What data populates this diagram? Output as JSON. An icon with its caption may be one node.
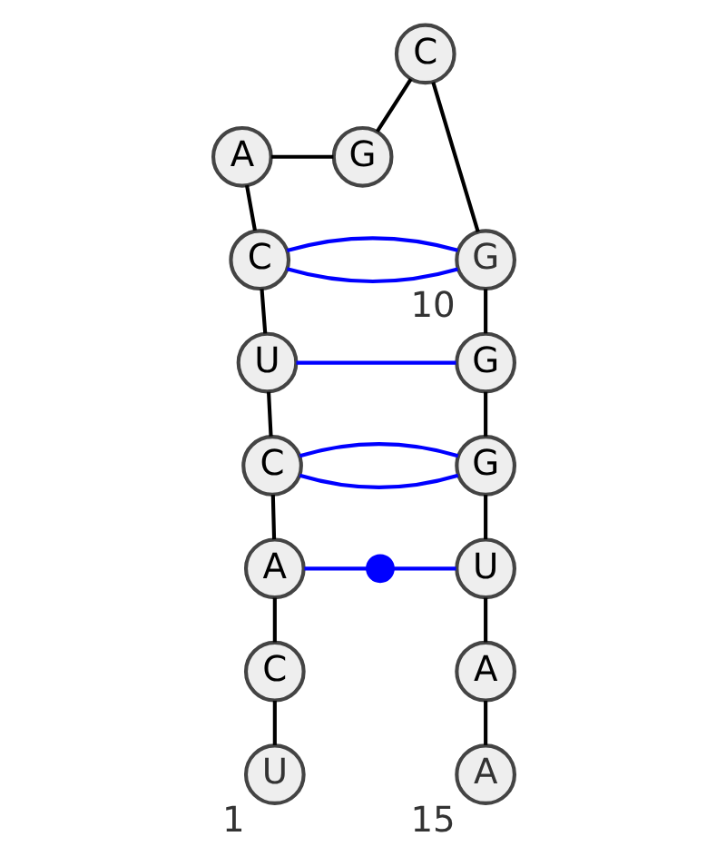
{
  "diagram": {
    "nodes": [
      {
        "text": [
          "U"
        ],
        "beside": [
          "1"
        ]
      },
      {
        "text": [
          "C"
        ]
      },
      {
        "text": [
          "A"
        ]
      },
      {
        "text": [
          "C"
        ]
      },
      {
        "text": [
          "U"
        ]
      },
      {
        "text": [
          "C"
        ]
      },
      {
        "text": [
          "A"
        ]
      },
      {
        "text": [
          "G"
        ]
      },
      {
        "text": [
          "C"
        ]
      },
      {
        "text": [
          "G"
        ],
        "beside": [
          "10"
        ]
      },
      {
        "text": [
          "G"
        ]
      },
      {
        "text": [
          "G"
        ]
      },
      {
        "text": [
          "U"
        ]
      },
      {
        "text": [
          "A"
        ]
      },
      {
        "text": [
          "A"
        ],
        "beside": [
          "15"
        ]
      },
      {
        "text": [],
        "shape": "circle"
      }
    ],
    "edges": [
      {
        "from": 0,
        "to": 1,
        "arrow": "none"
      },
      {
        "from": 1,
        "to": 2,
        "arrow": "none"
      },
      {
        "from": 2,
        "to": 3,
        "arrow": "none"
      },
      {
        "from": 3,
        "to": 4,
        "arrow": "none"
      },
      {
        "from": 4,
        "to": 5,
        "arrow": "none"
      },
      {
        "from": 5,
        "to": 6,
        "arrow": "none"
      },
      {
        "from": 6,
        "to": 7,
        "arrow": "none"
      },
      {
        "from": 7,
        "to": 8,
        "arrow": "none"
      },
      {
        "from": 8,
        "to": 9,
        "arrow": "none"
      },
      {
        "from": 9,
        "to": 10,
        "arrow": "none"
      },
      {
        "from": 10,
        "to": 11,
        "arrow": "none"
      },
      {
        "from": 11,
        "to": 12,
        "arrow": "none"
      },
      {
        "from": 12,
        "to": 13,
        "arrow": "none"
      },
      {
        "from": 13,
        "to": 14,
        "arrow": "none"
      },
      {
        "from": 5,
        "to": 9,
        "arrow": "none",
        "color": "#0000ff"
      },
      {
        "from": 5,
        "to": 9,
        "arrow": "none",
        "color": "#0000ff"
      },
      {
        "from": 4,
        "to": 10,
        "arrow": "none",
        "color": "#0000ff"
      },
      {
        "from": 3,
        "to": 11,
        "arrow": "none",
        "color": "#0000ff"
      },
      {
        "from": 3,
        "to": 11,
        "arrow": "none",
        "color": "#0000ff"
      },
      {
        "from": 2,
        "to": 15,
        "arrow": "none",
        "color": "#0000ff"
      },
      {
        "from": 15,
        "to": 12,
        "arrow": "none",
        "color": "#0000ff"
      }
    ]
  }
}
